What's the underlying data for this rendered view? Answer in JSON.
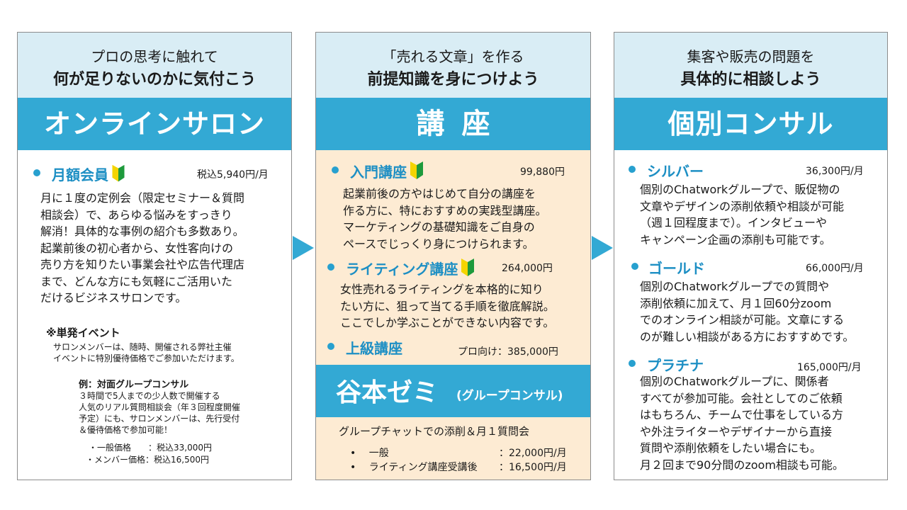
{
  "colors": {
    "accent": "#33a9d4",
    "header_bg": "#d9edf5",
    "panel2_bg": "#fdebd3",
    "title_text": "#1d8fc4"
  },
  "icons": {
    "beginner": "beginner-leaf-icon",
    "bullet": "bullet-dot-icon",
    "arrow": "right-arrow-icon"
  },
  "panel1": {
    "head_line1": "プロの思考に触れて",
    "head_line2": "何が足りないのかに気付こう",
    "band": "オンラインサロン",
    "plan_title": "月額会員",
    "plan_price": "税込5,940円/月",
    "desc": "月に１度の定例会（限定セミナー＆質問\n相談会）で、あらゆる悩みをすっきり\n解消！具体的な事例の紹介も多数あり。\n起業前後の初心者から、女性客向けの\n売り方を知りたい事業会社や広告代理店\nまで、どんな方にも気軽にご活用いた\nだけるビジネスサロンです。",
    "event_title": "※単発イベント",
    "event_desc": "サロンメンバーは、随時、開催される弊社主催\nイベントに特別優待価格でご参加いただけます。",
    "example_title": "例：対面グループコンサル",
    "example_desc": "３時間で5人までの少人数で開催する\n人気のリアル質問相談会（年３回程度開催\n予定）にも、サロンメンバーは、先行受付\n＆優待価格で参加可能！",
    "price_general": "・一般価格　　：税込33,000円",
    "price_member": "・メンバー価格：税込16,500円"
  },
  "panel2": {
    "head_line1": "「売れる文章」を作る",
    "head_line2": "前提知識を身につけよう",
    "band": "講座",
    "course1_title": "入門講座",
    "course1_price": "99,880円",
    "course1_desc": "起業前後の方やはじめて自分の講座を\n作る方に、特におすすめの実践型講座。\nマーケティングの基礎知識をご自身の\nペースでじっくり身につけられます。",
    "course2_title": "ライティング講座",
    "course2_price": "264,000円",
    "course2_desc": "女性売れるライティングを本格的に知り\nたい方に、狙って当てる手順を徹底解説。\nここでしか学ぶことができない内容です。",
    "course3_title": "上級講座",
    "course3_price": "プロ向け：385,000円",
    "zemi_title": "谷本ゼミ",
    "zemi_sub": "(グループコンサル)",
    "zemi_desc": "グループチャットでの添削＆月１質問会",
    "zemi_row1_label": "•　 一般",
    "zemi_row1_price": "：22,000円/月",
    "zemi_row2_label": "•　 ライティング講座受講後",
    "zemi_row2_price": "：16,500円/月"
  },
  "panel3": {
    "head_line1": "集客や販売の問題を",
    "head_line2": "具体的に相談しよう",
    "band": "個別コンサル",
    "silver_title": "シルバー",
    "silver_price": "36,300円/月",
    "silver_desc": "個別のChatworkグループで、販促物の\n文章やデザインの添削依頼や相談が可能\n（週１回程度まで）。インタビューや\nキャンペーン企画の添削も可能です。",
    "gold_title": "ゴールド",
    "gold_price": "66,000円/月",
    "gold_desc": "個別のChatworkグループでの質問や\n添削依頼に加えて、月１回60分zoom\nでのオンライン相談が可能。文章にする\nのが難しい相談がある方におすすめです。",
    "platinum_title": "プラチナ",
    "platinum_price": "165,000円/月",
    "platinum_desc": "個別のChatworkグループに、関係者\nすべてが参加可能。会社としてのご依頼\nはもちろん、チームで仕事をしている方\nや外注ライターやデザイナーから直接\n質問や添削依頼をしたい場合にも。\n月２回まで90分間のzoom相談も可能。"
  }
}
